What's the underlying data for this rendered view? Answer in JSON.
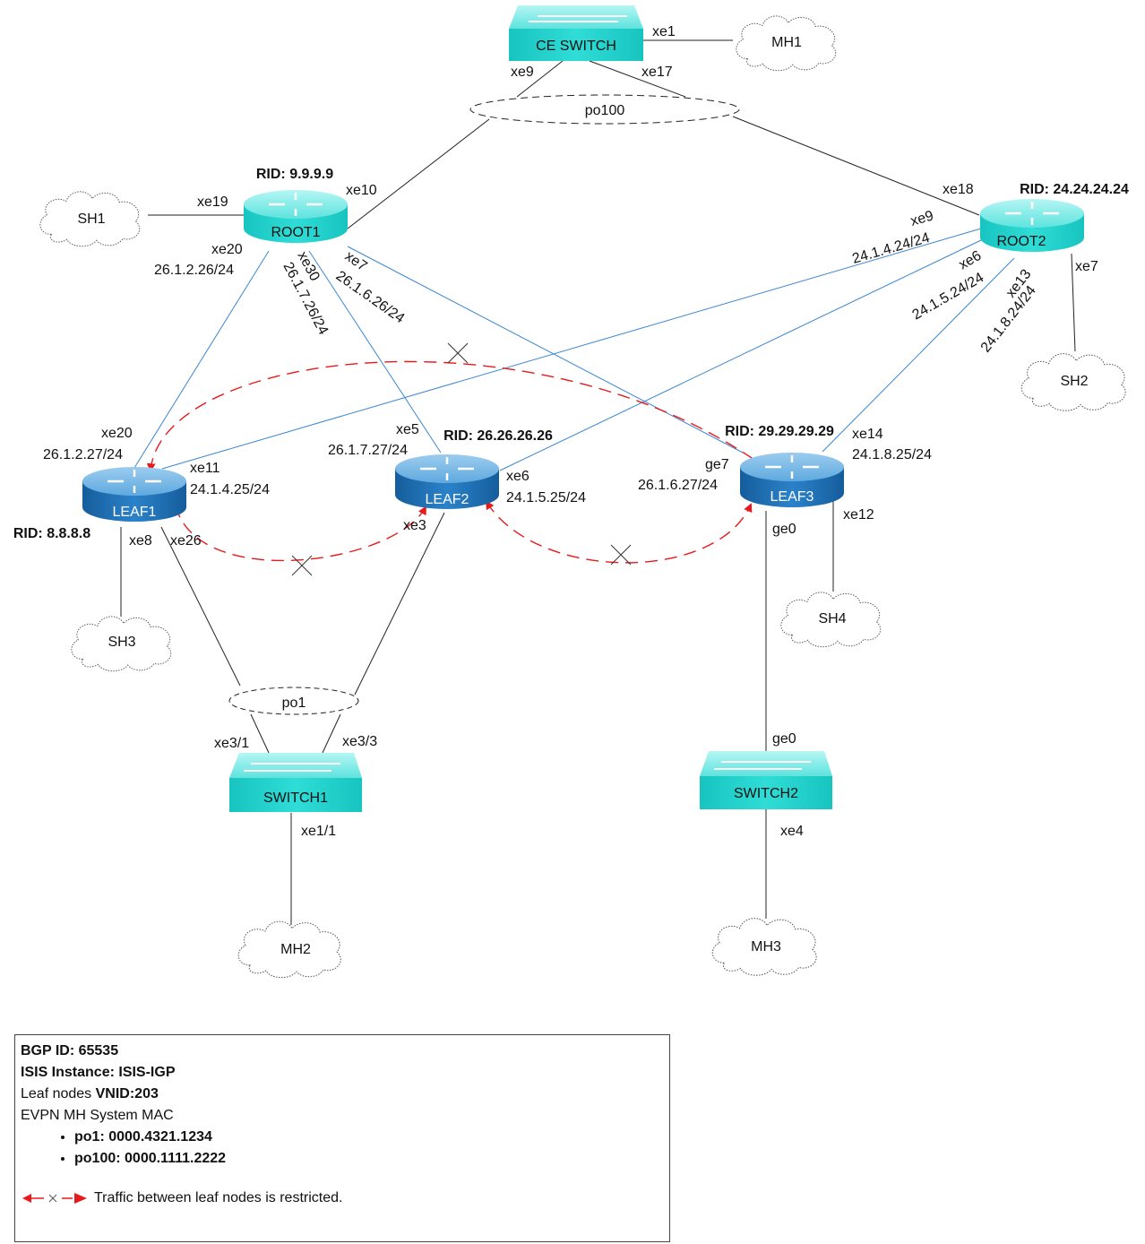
{
  "devices": {
    "ce_switch": {
      "label": "CE SWITCH"
    },
    "root1": {
      "label": "ROOT1",
      "rid": "RID: 9.9.9.9"
    },
    "root2": {
      "label": "ROOT2",
      "rid": "RID: 24.24.24.24"
    },
    "leaf1": {
      "label": "LEAF1",
      "rid": "RID: 8.8.8.8"
    },
    "leaf2": {
      "label": "LEAF2",
      "rid": "RID: 26.26.26.26"
    },
    "leaf3": {
      "label": "LEAF3",
      "rid": "RID: 29.29.29.29"
    },
    "switch1": {
      "label": "SWITCH1"
    },
    "switch2": {
      "label": "SWITCH2"
    }
  },
  "hosts": {
    "mh1": "MH1",
    "mh2": "MH2",
    "mh3": "MH3",
    "sh1": "SH1",
    "sh2": "SH2",
    "sh3": "SH3",
    "sh4": "SH4"
  },
  "port_channels": {
    "po100": "po100",
    "po1": "po1"
  },
  "interfaces": {
    "ce_xe1": "xe1",
    "ce_xe9": "xe9",
    "ce_xe17": "xe17",
    "r1_xe19": "xe19",
    "r1_xe10": "xe10",
    "r1_xe20": "xe20",
    "r1_xe20_ip": "26.1.2.26/24",
    "r1_xe30": "xe30",
    "r1_xe30_ip": "26.1.7.26/24",
    "r1_xe7": "xe7",
    "r1_xe7_ip": "26.1.6.26/24",
    "r2_xe18": "xe18",
    "r2_xe9": "xe9",
    "r2_xe9_ip": "24.1.4.24/24",
    "r2_xe6": "xe6",
    "r2_xe6_ip": "24.1.5.24/24",
    "r2_xe13": "xe13",
    "r2_xe13_ip": "24.1.8.24/24",
    "r2_xe7": "xe7",
    "l1_xe20": "xe20",
    "l1_xe20_ip": "26.1.2.27/24",
    "l1_xe11": "xe11",
    "l1_xe11_ip": "24.1.4.25/24",
    "l1_xe8": "xe8",
    "l1_xe26": "xe26",
    "l2_xe5": "xe5",
    "l2_xe5_ip": "26.1.7.27/24",
    "l2_xe6": "xe6",
    "l2_xe6_ip": "24.1.5.25/24",
    "l2_xe3": "xe3",
    "l3_ge7": "ge7",
    "l3_ge7_ip": "26.1.6.27/24",
    "l3_xe14": "xe14",
    "l3_xe14_ip": "24.1.8.25/24",
    "l3_xe12": "xe12",
    "l3_ge0": "ge0",
    "s1_xe31": "xe3/1",
    "s1_xe33": "xe3/3",
    "s1_xe11": "xe1/1",
    "s2_ge0": "ge0",
    "s2_xe4": "xe4"
  },
  "legend": {
    "bgp_label": "BGP ID: 65535",
    "isis_label": "ISIS Instance: ISIS-IGP",
    "vnid_prefix": "Leaf nodes ",
    "vnid_value": "VNID:203",
    "evpn_label": "EVPN MH System MAC",
    "macs": [
      "po1: 0000.4321.1234",
      "po100: 0000.1111.2222"
    ],
    "restricted_note": "Traffic between leaf nodes is restricted."
  },
  "colors": {
    "root_switch": "#2ad4cf",
    "leaf": "#1f73b7",
    "underlay_link": "#3a86d0",
    "restricted_traffic": "#e8191b"
  }
}
